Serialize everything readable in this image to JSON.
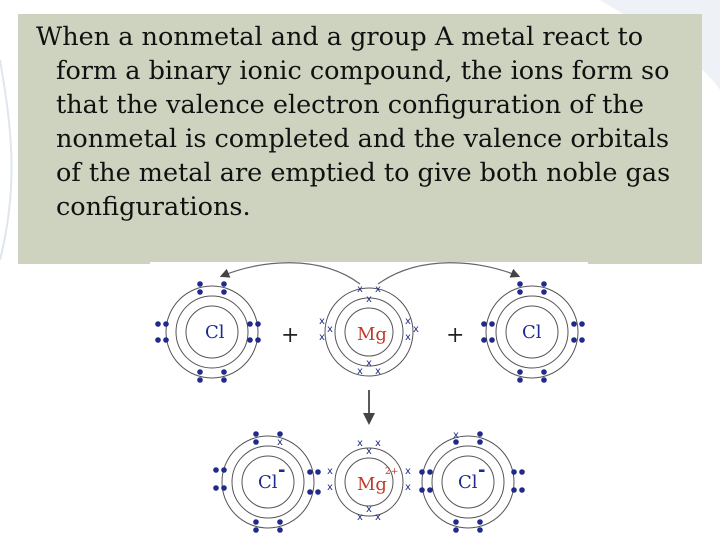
{
  "slide": {
    "paragraph": "When a nonmetal and a group A metal react to form a binary ionic compound, the ions form so that the valence electron configuration of the nonmetal is completed and the valence orbitals of the metal are emptied to give both noble gas configurations."
  },
  "diagram": {
    "top_row": {
      "left_atom": "Cl",
      "plus_1": "+",
      "center_atom": "Mg",
      "plus_2": "+",
      "right_atom": "Cl"
    },
    "bottom_row": {
      "left_ion": "Cl",
      "left_charge": "-",
      "center_ion": "Mg",
      "center_charge": "2+",
      "right_ion": "Cl",
      "right_charge": "-"
    },
    "electron_x": "x",
    "colors": {
      "electron": "#1f2a8a",
      "metal": "#c0392b",
      "shell": "#555555",
      "textbox": "#cdd3bf"
    }
  }
}
